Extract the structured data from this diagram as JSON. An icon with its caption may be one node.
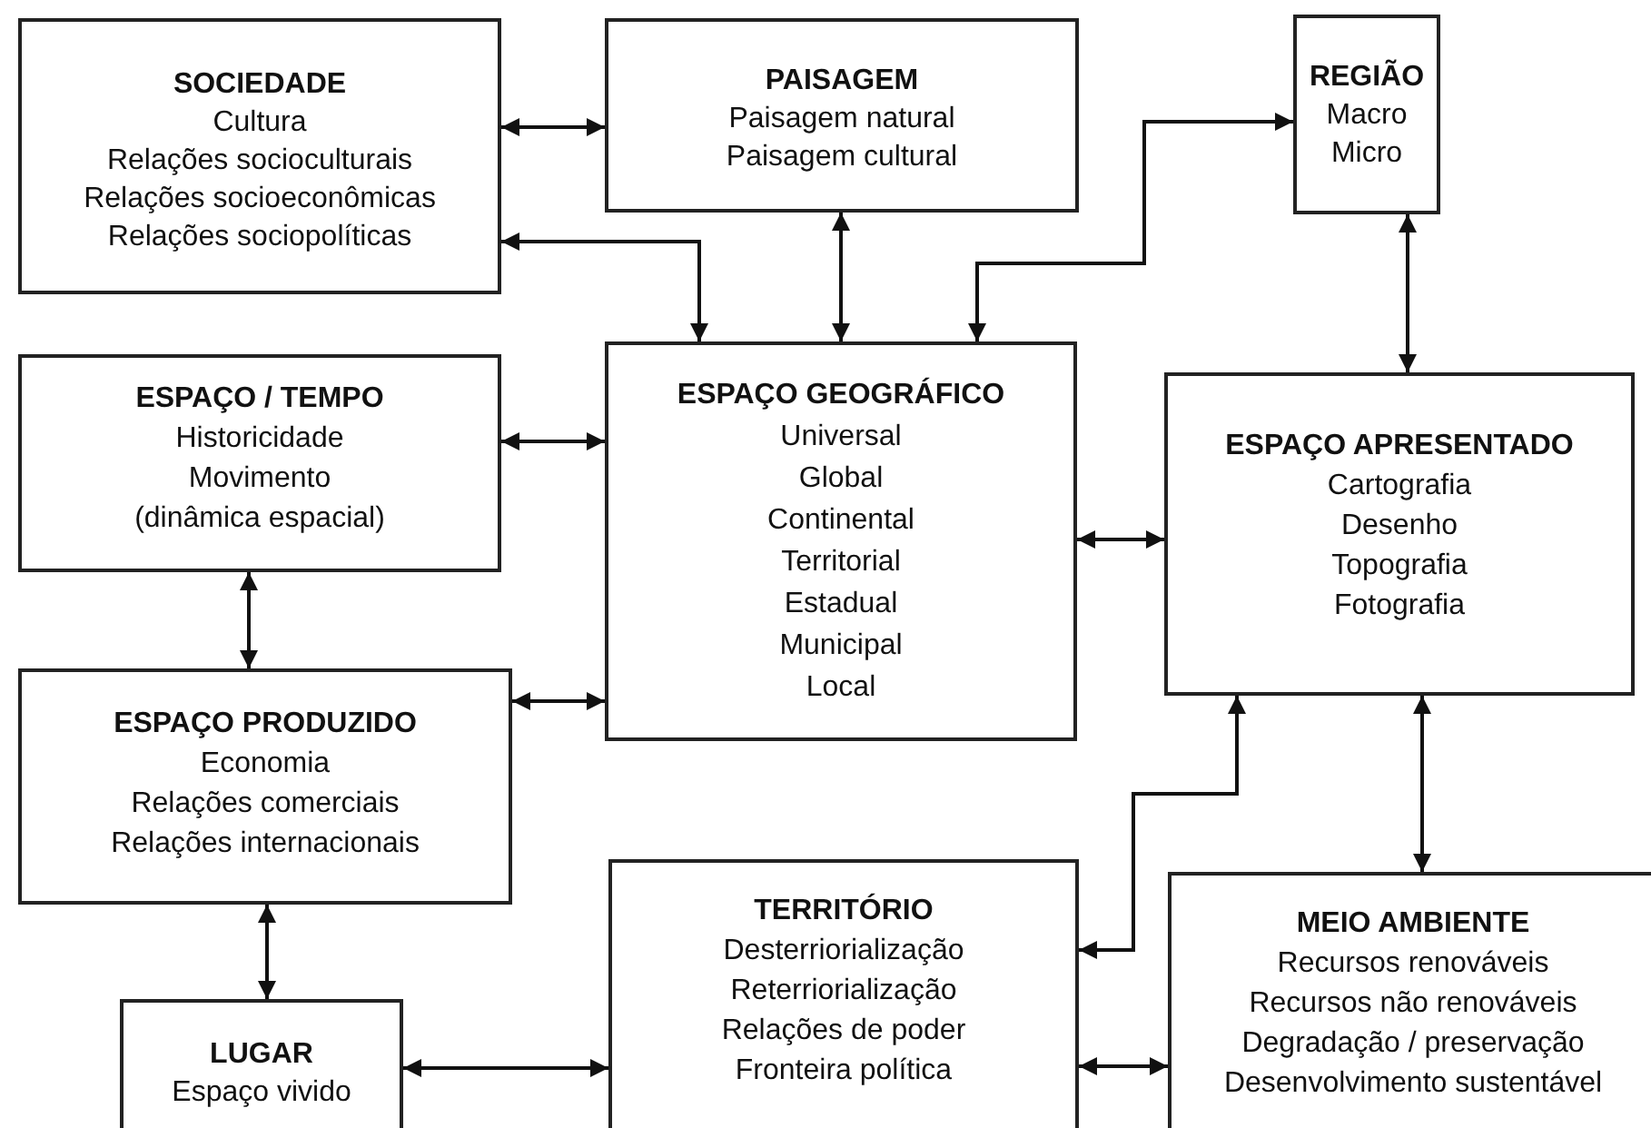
{
  "diagram": {
    "nodes": [
      {
        "text": [
          "SOCIEDADE",
          "Cultura",
          "Relações socioculturais",
          "Relações socioeconômicas",
          "Relações sociopolíticas"
        ]
      },
      {
        "text": [
          "PAISAGEM",
          "Paisagem natural",
          "Paisagem cultural"
        ]
      },
      {
        "text": [
          "REGIÃO",
          "Macro",
          "Micro"
        ]
      },
      {
        "text": [
          "ESPAÇO / TEMPO",
          "Historicidade",
          "Movimento",
          "(dinâmica espacial)"
        ]
      },
      {
        "text": [
          "ESPAÇO GEOGRÁFICO",
          "Universal",
          "Global",
          "Continental",
          "Territorial",
          "Estadual",
          "Municipal",
          "Local"
        ]
      },
      {
        "text": [
          "ESPAÇO APRESENTADO",
          "Cartografia",
          "Desenho",
          "Topografia",
          "Fotografia"
        ]
      },
      {
        "text": [
          "ESPAÇO PRODUZIDO",
          "Economia",
          "Relações comerciais",
          "Relações internacionais"
        ]
      },
      {
        "text": [
          "TERRITÓRIO",
          "Desterriorialização",
          "Reterriorialização",
          "Relações de poder",
          "Fronteira política"
        ]
      },
      {
        "text": [
          "MEIO AMBIENTE",
          "Recursos renováveis",
          "Recursos não renováveis",
          "Degradação / preservação",
          "Desenvolvimento sustentável"
        ]
      },
      {
        "text": [
          "LUGAR",
          "Espaço vivido"
        ]
      }
    ],
    "edges": [
      {
        "from": 0,
        "to": 1,
        "arrow": "both"
      },
      {
        "from": 0,
        "to": 4,
        "arrow": "both"
      },
      {
        "from": 1,
        "to": 4,
        "arrow": "both"
      },
      {
        "from": 2,
        "to": 4,
        "arrow": "both"
      },
      {
        "from": 2,
        "to": 5,
        "arrow": "both"
      },
      {
        "from": 3,
        "to": 4,
        "arrow": "both"
      },
      {
        "from": 3,
        "to": 6,
        "arrow": "both"
      },
      {
        "from": 6,
        "to": 4,
        "arrow": "both"
      },
      {
        "from": 4,
        "to": 5,
        "arrow": "both"
      },
      {
        "from": 6,
        "to": 9,
        "arrow": "both"
      },
      {
        "from": 9,
        "to": 7,
        "arrow": "both"
      },
      {
        "from": 7,
        "to": 5,
        "arrow": "both"
      },
      {
        "from": 5,
        "to": 8,
        "arrow": "both"
      },
      {
        "from": 7,
        "to": 8,
        "arrow": "both"
      }
    ]
  }
}
